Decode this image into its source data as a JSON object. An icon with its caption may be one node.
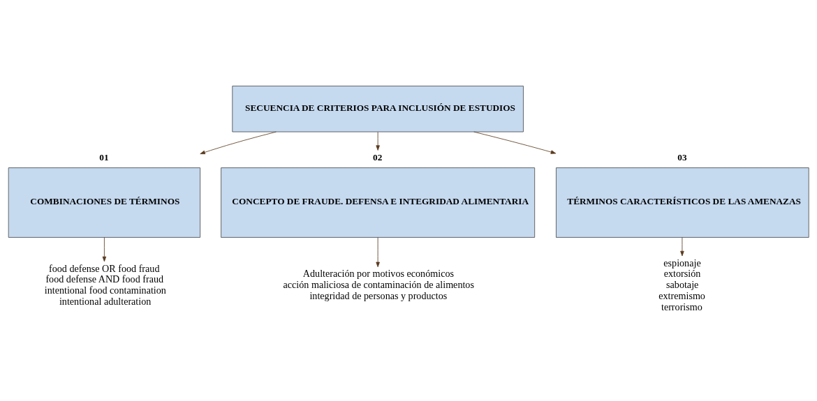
{
  "diagram": {
    "nodes": [
      {
        "text": [
          "SECUENCIA DE CRITERIOS PARA INCLUSIÓN DE ESTUDIOS"
        ]
      },
      {
        "text": [
          "01",
          "COMBINACIONES DE TÉRMINOS"
        ]
      },
      {
        "text": [
          "02",
          "CONCEPTO DE FRAUDE. DEFENSA E INTEGRIDAD ALIMENTARIA"
        ]
      },
      {
        "text": [
          "03",
          "TÉRMINOS CARACTERÍSTICOS DE LAS AMENAZAS"
        ]
      },
      {
        "text": [
          "food defense OR food fraud",
          "food defense AND food fraud",
          "intentional food contamination",
          "intentional adulteration"
        ]
      },
      {
        "text": [
          "Adulteración por motivos económicos",
          "acción maliciosa de contaminación de alimentos",
          "integridad de personas y productos"
        ]
      },
      {
        "text": [
          "espionaje",
          "extorsión",
          "sabotaje",
          "extremismo",
          "terrorismo"
        ]
      }
    ],
    "edges": [
      {
        "from": 0,
        "to": 1,
        "arrow": "to"
      },
      {
        "from": 0,
        "to": 2,
        "arrow": "to"
      },
      {
        "from": 0,
        "to": 3,
        "arrow": "to"
      },
      {
        "from": 1,
        "to": 4,
        "arrow": "to"
      },
      {
        "from": 2,
        "to": 5,
        "arrow": "to"
      },
      {
        "from": 3,
        "to": 6,
        "arrow": "to"
      }
    ]
  }
}
